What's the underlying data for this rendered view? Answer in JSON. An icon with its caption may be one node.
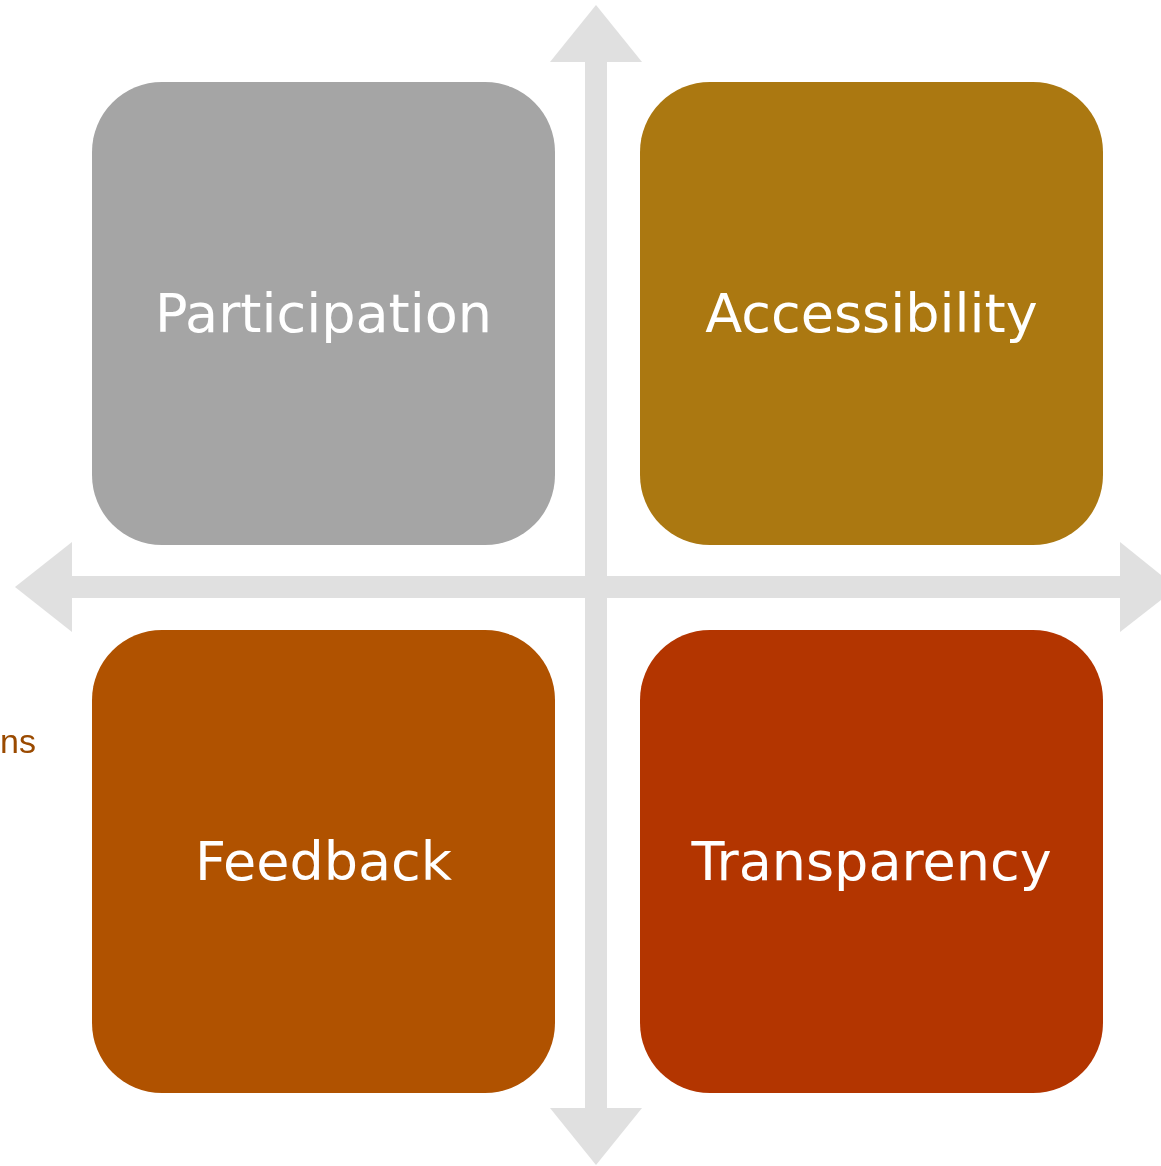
{
  "diagram": {
    "nodes": [
      {
        "text": [
          "Participation"
        ]
      },
      {
        "text": [
          "Accessibility"
        ]
      },
      {
        "text": [
          "Feedback"
        ]
      },
      {
        "text": [
          "Transparency"
        ]
      }
    ],
    "labels": [
      "ns"
    ]
  }
}
